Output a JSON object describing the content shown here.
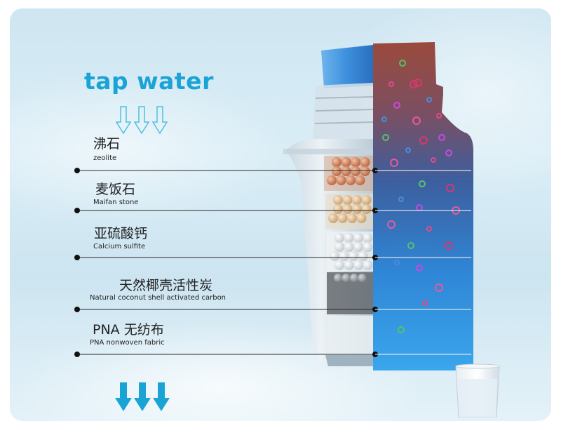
{
  "title": "tap water",
  "layers": [
    {
      "cn": "沸石",
      "en": "zeolite"
    },
    {
      "cn": "麦饭石",
      "en": "Maifan stone"
    },
    {
      "cn": "亚硫酸钙",
      "en": "Calcium sulfite"
    },
    {
      "cn": "天然椰壳活性炭",
      "en": "Natural coconut shell activated carbon"
    },
    {
      "cn": "PNA 无纺布",
      "en": "PNA nonwoven fabric"
    }
  ],
  "colors": {
    "title": "#1aa4d6",
    "arrow_outline": "#4fc0e0",
    "arrow_solid": "#1aa4d6",
    "cap": "#3c8fdc",
    "water_top": "#9b4a3c",
    "water_bottom": "#3aa2ea"
  },
  "icons": [
    "down-arrow-outline-icon",
    "down-arrow-solid-icon",
    "water-glass-icon"
  ]
}
